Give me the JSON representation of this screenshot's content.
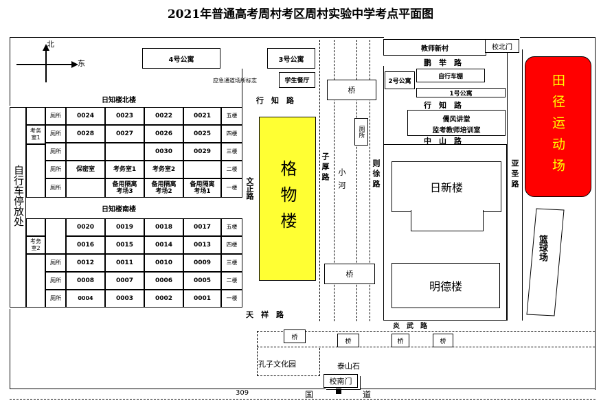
{
  "title": "2021年普通高考周村考区周村实验中学考点平面图",
  "compass": {
    "north": "北",
    "east": "东"
  },
  "buildings": {
    "apt4": "4号公寓",
    "apt3": "3号公寓",
    "apt2": "2号公寓",
    "apt1": "1号公寓",
    "canteen": "学生餐厅",
    "emergency": "应急通道场所标志",
    "teacher_village": "教师新村",
    "north_gate": "校北门",
    "bike_shed": "自行车棚",
    "lecture1": "儒风讲堂",
    "lecture2": "监考教师培训室",
    "gewu": "格物楼",
    "rixin": "日新楼",
    "mingde": "明德楼",
    "track": "田径运动场",
    "basketball": "篮球场",
    "bike_park": "自行车停放处",
    "confucius": "孔子文化园",
    "taishan": "泰山石",
    "south_gate": "校南门",
    "toilet_mid": "厕所"
  },
  "roads": {
    "xingzhi1": "行　知　路",
    "xingzhi2": "行　知　路",
    "pengju": "鹏　举　路",
    "zhongshan": "中　山　路",
    "wenzheng": "文正路",
    "zihou": "子厚路",
    "zexu": "则徐路",
    "yasheng": "亚圣路",
    "tianxiang": "天　祥　路",
    "yanwu": "炎　武　路",
    "river": "小河",
    "national_num": "309",
    "national_a": "国",
    "national_b": "道"
  },
  "bridge_label": "桥",
  "north_building": {
    "title": "日知楼北楼",
    "toilet": "厕所",
    "exam_staff1": "考务室1",
    "floors": [
      "五楼",
      "四楼",
      "三楼",
      "二楼",
      "一楼"
    ],
    "row5": [
      "0024",
      "0023",
      "0022",
      "0021"
    ],
    "row4": [
      "0028",
      "0027",
      "0026",
      "0025"
    ],
    "row3": [
      "",
      "",
      "0030",
      "0029"
    ],
    "row2": [
      "保密室",
      "考务室1",
      "考务室2",
      ""
    ],
    "row1": [
      "",
      "备用隔离考场3",
      "备用隔离考场2",
      "备用隔离考场1"
    ]
  },
  "south_building": {
    "title": "日知楼南楼",
    "toilet": "厕所",
    "exam_staff2": "考务室2",
    "floors": [
      "五楼",
      "四楼",
      "三楼",
      "二楼",
      "一楼"
    ],
    "row5": [
      "0020",
      "0019",
      "0018",
      "0017"
    ],
    "row4": [
      "0016",
      "0015",
      "0014",
      "0013"
    ],
    "row3": [
      "0012",
      "0011",
      "0010",
      "0009"
    ],
    "row2": [
      "0008",
      "0007",
      "0006",
      "0005"
    ],
    "row1": [
      "0004",
      "0003",
      "0002",
      "0001"
    ]
  },
  "colors": {
    "gewu": "#ffff33",
    "track": "#ff0000",
    "track_text": "#ffff00"
  }
}
